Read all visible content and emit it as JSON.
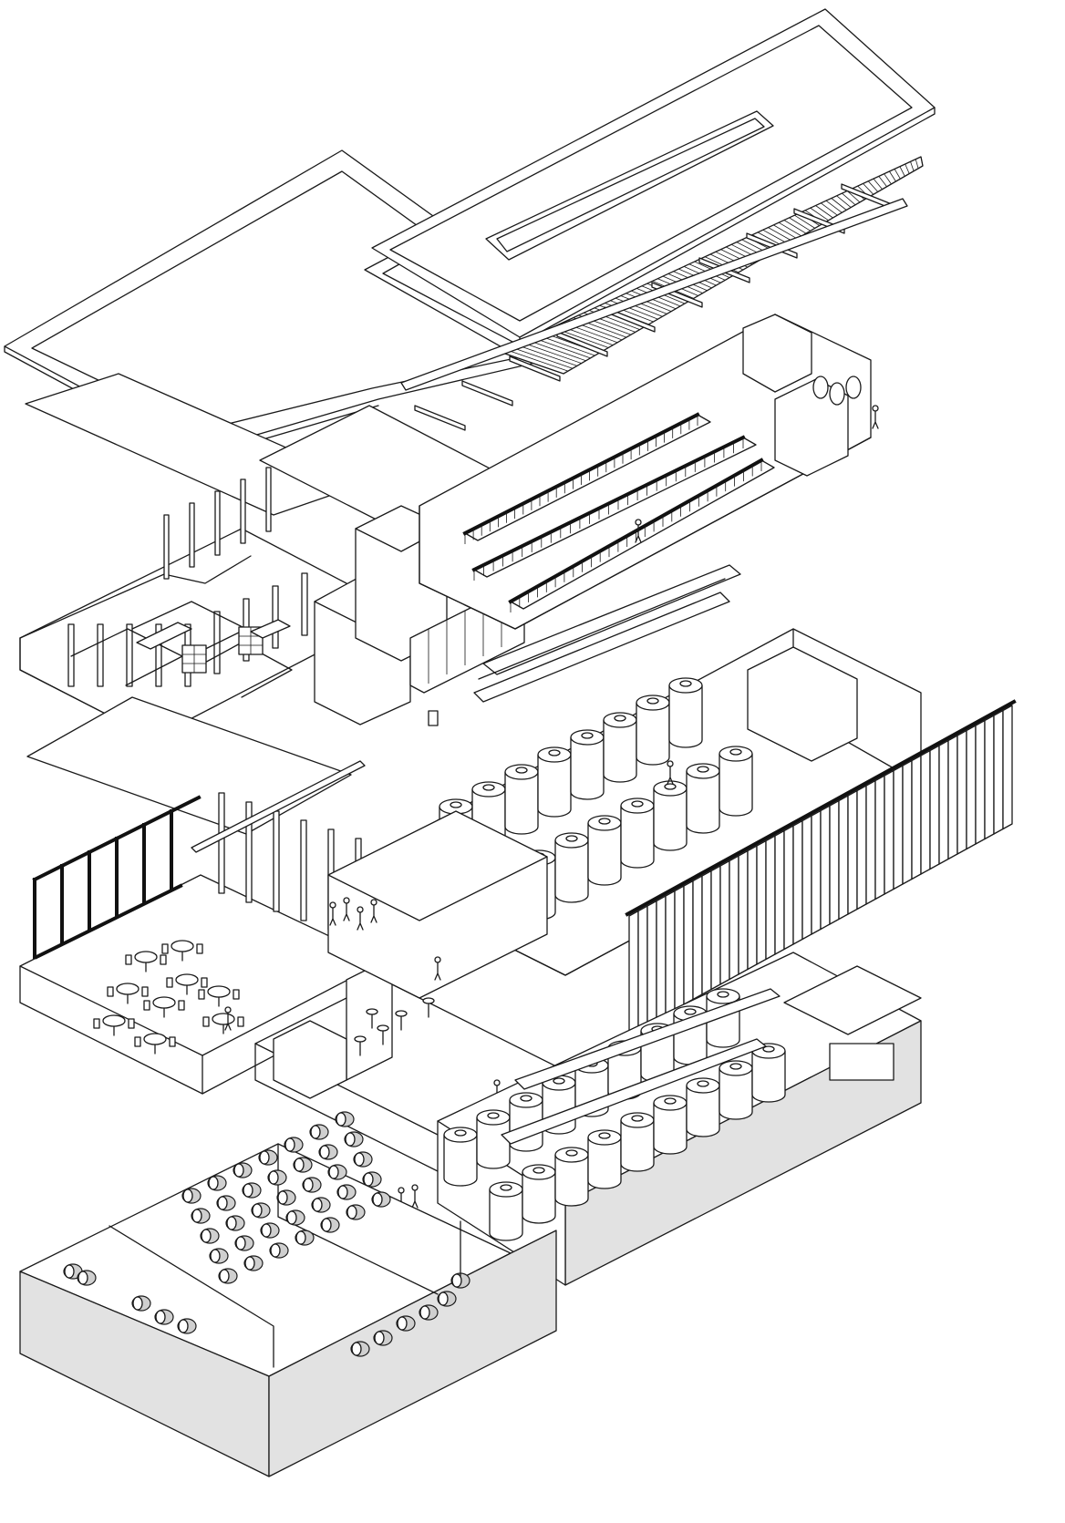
{
  "drawing": {
    "background": "#ffffff",
    "line_color": "#1a1a1a",
    "shade_color": "#e2e2e2",
    "layers": [
      "roof",
      "roof-structure",
      "upper-floor",
      "production-floor",
      "visitor-floor",
      "cellar"
    ]
  }
}
